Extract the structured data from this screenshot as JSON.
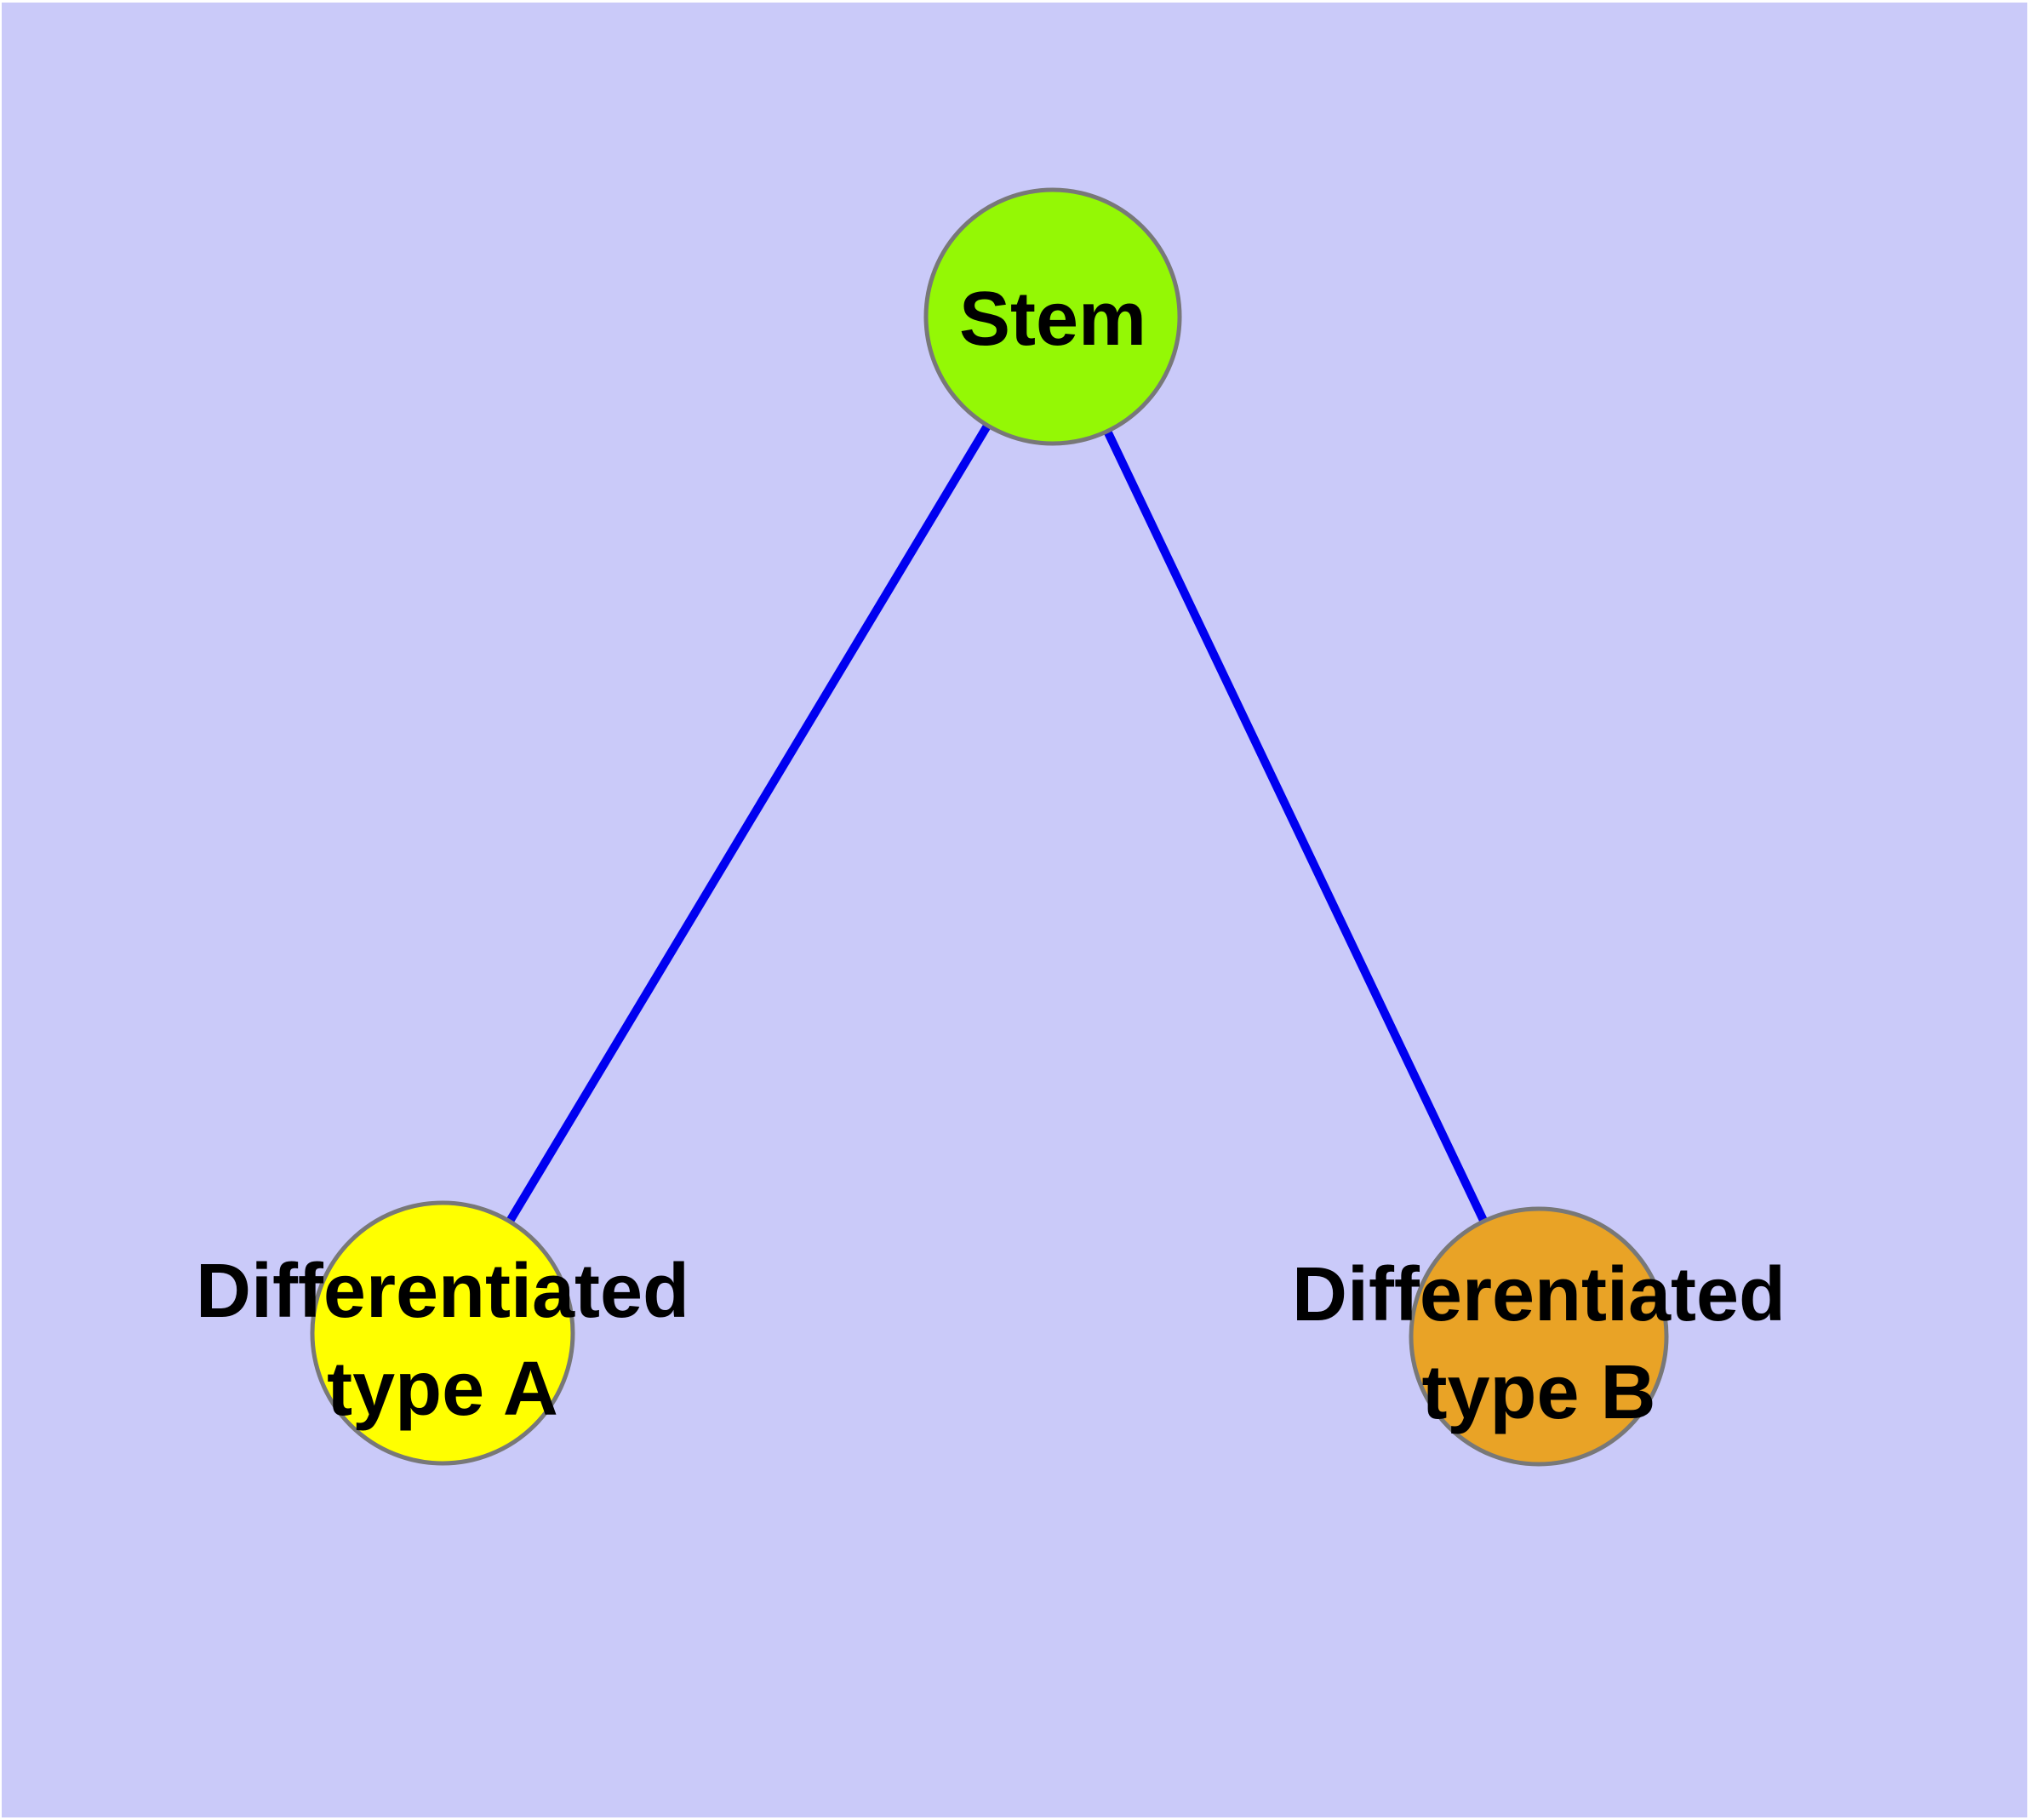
{
  "canvas": {
    "background_color": "#CACAF9",
    "frame_color": "#FFFFFF"
  },
  "diagram": {
    "type": "graph",
    "text_color": "#000000",
    "nodes": {
      "stem": {
        "label": "Stem",
        "fill": "#94F805",
        "border_color": "#787878"
      },
      "type_a": {
        "label_line1": "Differentiated",
        "label_line2": "type A",
        "fill": "#FFFF00",
        "border_color": "#787878"
      },
      "type_b": {
        "label_line1": "Differentiated",
        "label_line2": "type B",
        "fill": "#E9A326",
        "border_color": "#787878"
      }
    },
    "edges": {
      "color": "#0000F0",
      "list": [
        {
          "from": "Stem",
          "to": "Differentiated type A"
        },
        {
          "from": "Stem",
          "to": "Differentiated type B"
        }
      ]
    }
  }
}
